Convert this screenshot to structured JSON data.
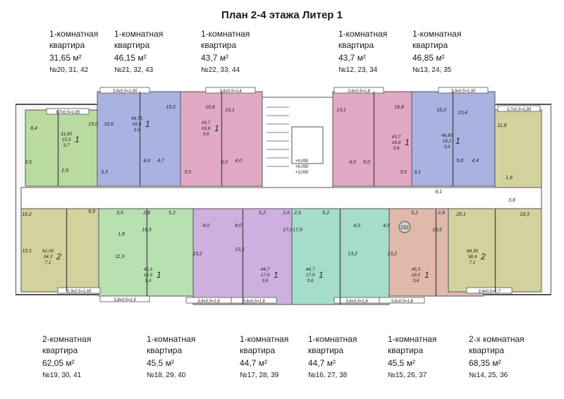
{
  "title": "План 2-4 этажа Литер 1",
  "top_apartments": [
    {
      "type": "1-комнатная",
      "sub": "квартира",
      "area": "31,65 м²",
      "nums": "№20, 31, 42"
    },
    {
      "type": "1-комнатная",
      "sub": "квартира",
      "area": "46,15 м²",
      "nums": "№21, 32, 43"
    },
    {
      "type": "1-комнатная",
      "sub": "квартира",
      "area": "43,7 м²",
      "nums": "№22, 33, 44"
    },
    {
      "type": "1-комнатная",
      "sub": "квартира",
      "area": "43,7 м²",
      "nums": "№12, 23, 34"
    },
    {
      "type": "1-комнатная",
      "sub": "квартира",
      "area": "46,85 м²",
      "nums": "№13, 24, 35"
    }
  ],
  "bottom_apartments": [
    {
      "type": "2-комнатная",
      "sub": "квартира",
      "area": "62,05 м²",
      "nums": "№19, 30, 41"
    },
    {
      "type": "1-комнатная",
      "sub": "квартира",
      "area": "45,5 м²",
      "nums": "№18, 29, 40"
    },
    {
      "type": "1-комнатная",
      "sub": "квартира",
      "area": "44,7 м²",
      "nums": "№17, 28, 39"
    },
    {
      "type": "1-комнатная",
      "sub": "квартира",
      "area": "44,7 м²",
      "nums": "№16, 27, 38"
    },
    {
      "type": "1-комнатная",
      "sub": "квартира",
      "area": "45,5 м²",
      "nums": "№15, 26, 37"
    },
    {
      "type": "2-х комнатная",
      "sub": "квартира",
      "area": "68,35 м²",
      "nums": "№14, 25, 36"
    }
  ],
  "plan": {
    "colors": {
      "green": "#b9dba0",
      "blue": "#a9b2e0",
      "pink": "#e2a9c4",
      "olive": "#d3d29c",
      "lightgreen": "#b7e1b1",
      "lavender": "#cdb0e0",
      "mint": "#a6ddc9",
      "rose": "#e0b9aa",
      "core": "#ffffff",
      "wall": "#555555"
    },
    "balconies": [
      "3,7х0,5=1,85",
      "3,9х0,5=1,95",
      "3,6х0,5=1,8",
      "3,6х0,5=1,8",
      "3,9х0,5=1,95",
      "3,7х0,5=1,85",
      "3,3х0,5=1,65",
      "3,8х0,5=1,9",
      "3,6х0,5=1,8",
      "3,6х0,5=1,8",
      "3,6х0,5=1,8",
      "3,6х0,5=1,8",
      "3,4х0,5=1,7"
    ],
    "room_labels": [
      "8,4",
      "2,9",
      "15,0",
      "3,6",
      "16,6",
      "15,0",
      "3,3",
      "4,6",
      "4,7",
      "16,8",
      "13,1",
      "3,0",
      "5,0",
      "4,0",
      "13,1",
      "16,8",
      "4,0",
      "5,0",
      "3,0",
      "16,2",
      "13,4",
      "3,1",
      "5,8",
      "4,4",
      "11,8",
      "9,1",
      "1,8",
      "3,8",
      "20,1",
      "18,3",
      "16,2",
      "6,9",
      "3,6",
      "1,8",
      "10,1",
      "11,9",
      "2,8",
      "5,2",
      "16,5",
      "13,2",
      "4,0",
      "4,0",
      "5,2",
      "2,6",
      "17,9",
      "13,2",
      "2,6",
      "5,2",
      "17,9",
      "4,0",
      "4,0",
      "13,2",
      "5,2",
      "2,8",
      "18,5",
      "13,2"
    ],
    "apt_tags": [
      {
        "total": "31,65",
        "living": "15,0",
        "extra": "3,7"
      },
      {
        "total": "46,75",
        "living": "16,6",
        "extra": "3,9"
      },
      {
        "total": "43,7",
        "living": "16,8",
        "extra": "3,6"
      },
      {
        "total": "43,7",
        "living": "16,8",
        "extra": "3,6"
      },
      {
        "total": "46,85",
        "living": "16,2",
        "extra": "3,9"
      },
      {
        "total": "62,05",
        "living": "34,3",
        "extra": "7,1"
      },
      {
        "total": "45,5",
        "living": "16,5",
        "extra": "3,6"
      },
      {
        "total": "44,7",
        "living": "17,9",
        "extra": "3,6"
      },
      {
        "total": "44,7",
        "living": "17,9",
        "extra": "3,6"
      },
      {
        "total": "45,5",
        "living": "18,5",
        "extra": "3,6"
      },
      {
        "total": "68,35",
        "living": "38,4",
        "extra": "7,1"
      }
    ],
    "room_counts": [
      "1",
      "1",
      "1",
      "1",
      "1",
      "2",
      "1",
      "1",
      "1",
      "1",
      "2"
    ],
    "stair_marks": [
      "+9,000",
      "+6,000",
      "+3,000"
    ],
    "badge": "232"
  }
}
